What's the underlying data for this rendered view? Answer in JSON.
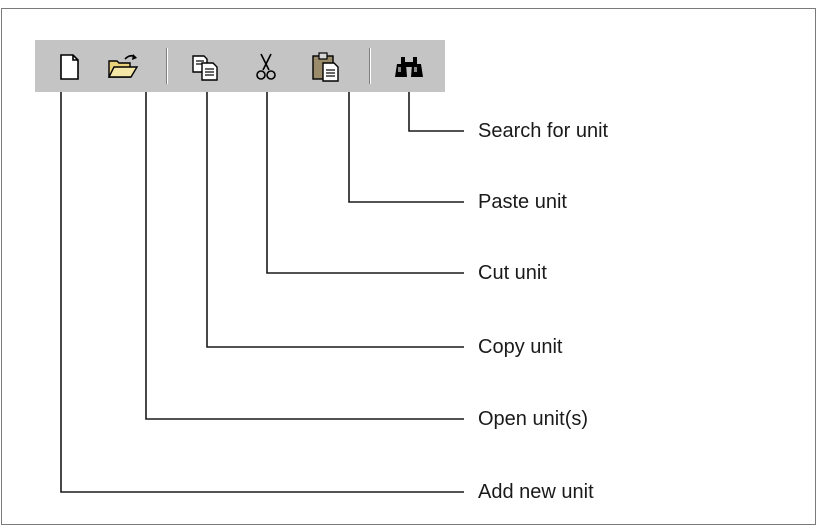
{
  "toolbar": {
    "buttons": [
      {
        "icon": "new-document-icon",
        "label": "Add new unit"
      },
      {
        "icon": "open-folder-icon",
        "label": "Open unit(s)"
      },
      {
        "icon": "copy-icon",
        "label": "Copy unit"
      },
      {
        "icon": "scissors-icon",
        "label": "Cut unit"
      },
      {
        "icon": "clipboard-paste-icon",
        "label": "Paste unit"
      },
      {
        "icon": "binoculars-icon",
        "label": "Search for unit"
      }
    ]
  },
  "callouts": [
    "Search for unit",
    "Paste unit",
    "Cut unit",
    "Copy unit",
    "Open unit(s)",
    "Add new unit"
  ],
  "colors": {
    "toolbar_background": "#c4c4c4",
    "line": "#1a1a1a",
    "text": "#1a1a1a",
    "frame_border": "#7a7a7a"
  }
}
